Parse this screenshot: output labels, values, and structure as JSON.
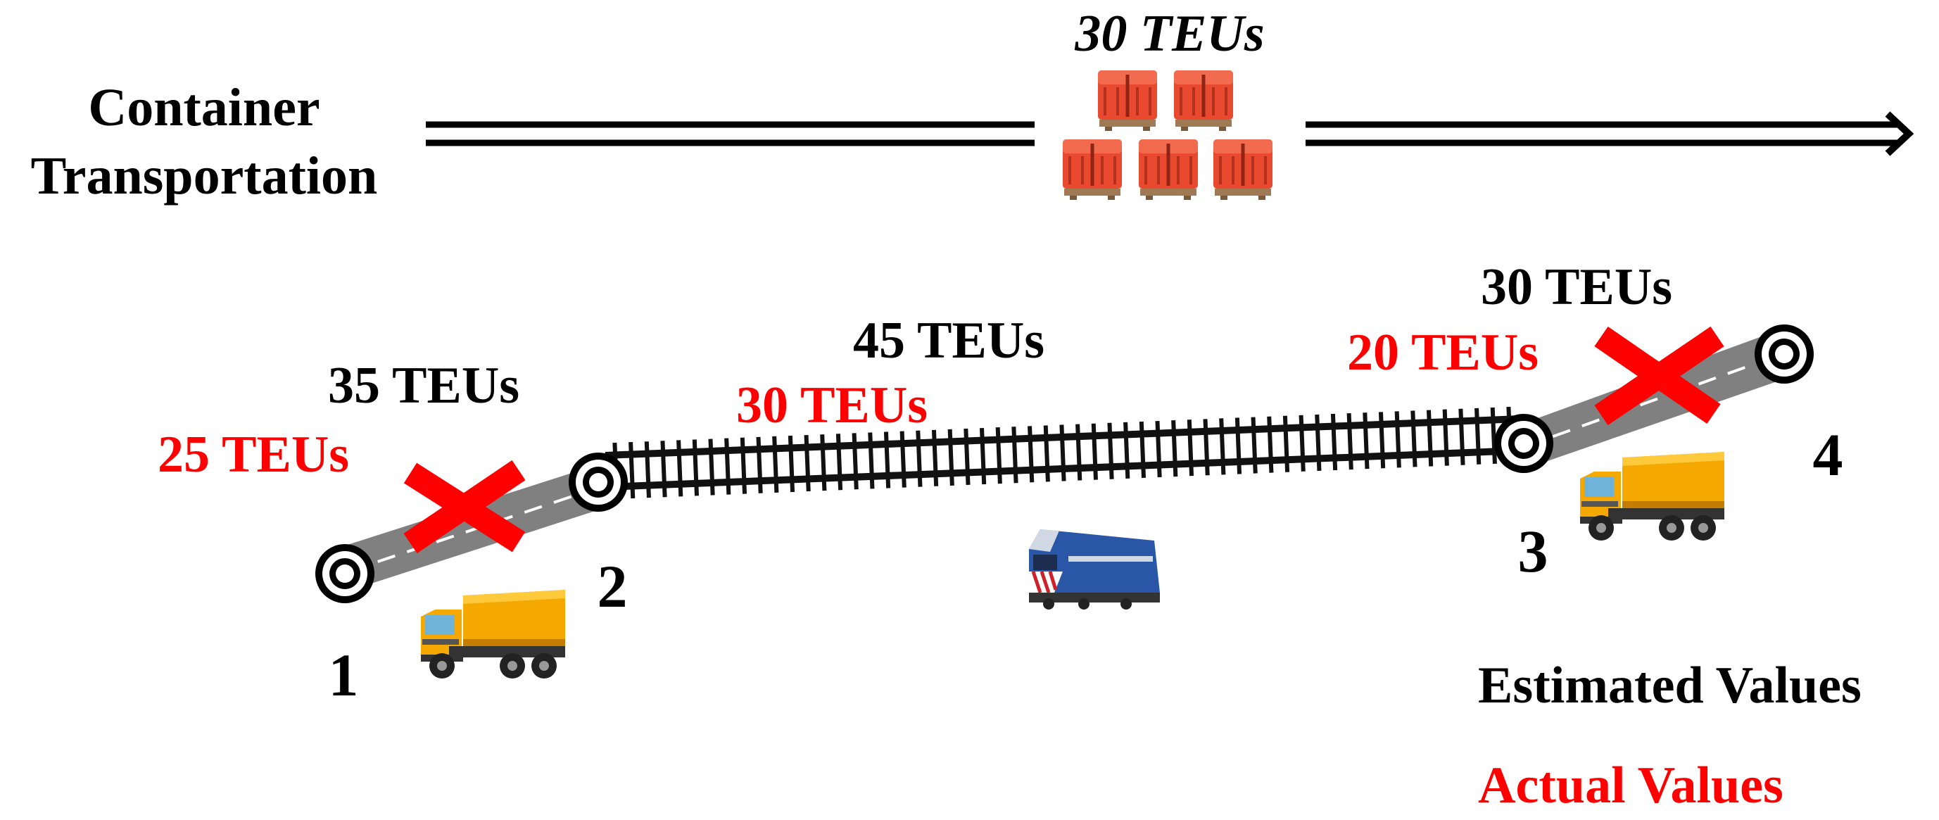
{
  "title": {
    "line1": "Container",
    "line2": "Transportation"
  },
  "cargo_label": "30 TEUs",
  "segments": {
    "seg_1_2": {
      "estimated": "35 TEUs",
      "actual": "25 TEUs"
    },
    "seg_2_3": {
      "estimated": "45 TEUs",
      "actual": "30 TEUs"
    },
    "seg_3_4": {
      "estimated": "30 TEUs",
      "actual": "20 TEUs"
    }
  },
  "nodes": {
    "n1": "1",
    "n2": "2",
    "n3": "3",
    "n4": "4"
  },
  "legend": {
    "estimated": "Estimated Values",
    "actual": "Actual Values"
  },
  "colors": {
    "estimated": "#000000",
    "actual": "#ff0000",
    "road": "#808080",
    "container": "#e8492f",
    "truck": "#f5a800",
    "train": "#2a56a8"
  }
}
